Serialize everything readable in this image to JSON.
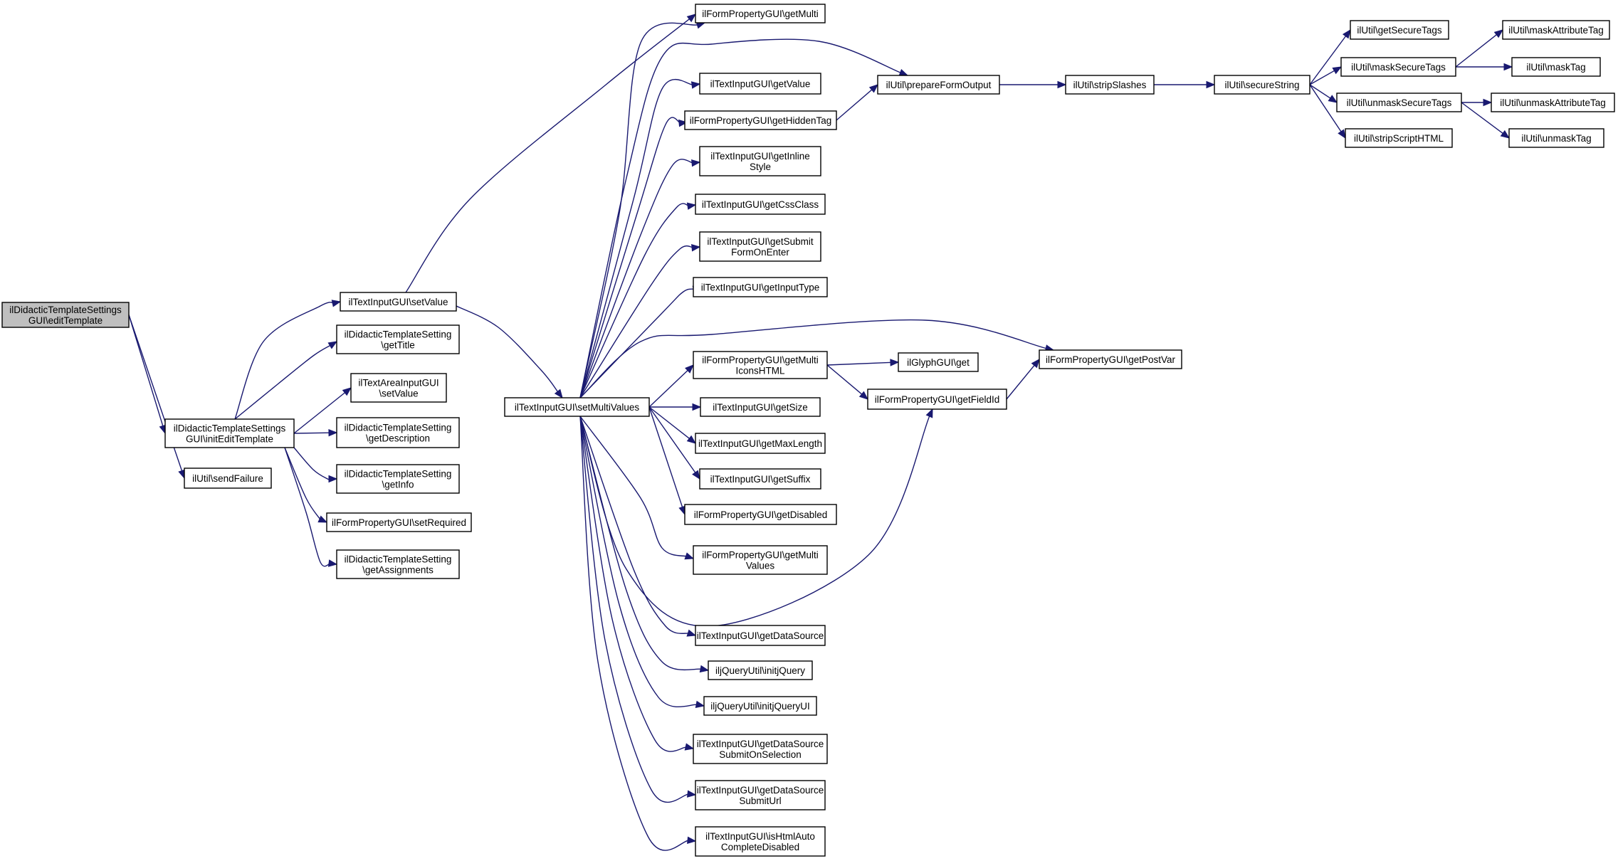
{
  "colors": {
    "edge": "#191970",
    "node_border": "#000000",
    "root_fill": "#bfbfbf",
    "node_fill": "#ffffff"
  },
  "nodes": [
    {
      "id": "root",
      "lines": [
        "ilDidacticTemplateSettings",
        "GUI\\editTemplate"
      ],
      "root": true
    },
    {
      "id": "initEdit",
      "lines": [
        "ilDidacticTemplateSettings",
        "GUI\\initEditTemplate"
      ]
    },
    {
      "id": "sendFailure",
      "lines": [
        "ilUtil\\sendFailure"
      ]
    },
    {
      "id": "setValue",
      "lines": [
        "ilTextInputGUI\\setValue"
      ]
    },
    {
      "id": "getTitle",
      "lines": [
        "ilDidacticTemplateSetting",
        "\\getTitle"
      ]
    },
    {
      "id": "taSetValue",
      "lines": [
        "ilTextAreaInputGUI",
        "\\setValue"
      ]
    },
    {
      "id": "getDescription",
      "lines": [
        "ilDidacticTemplateSetting",
        "\\getDescription"
      ]
    },
    {
      "id": "getInfo",
      "lines": [
        "ilDidacticTemplateSetting",
        "\\getInfo"
      ]
    },
    {
      "id": "setRequired",
      "lines": [
        "ilFormPropertyGUI\\setRequired"
      ]
    },
    {
      "id": "getAssignments",
      "lines": [
        "ilDidacticTemplateSetting",
        "\\getAssignments"
      ]
    },
    {
      "id": "setMultiValues",
      "lines": [
        "ilTextInputGUI\\setMultiValues"
      ]
    },
    {
      "id": "getMulti",
      "lines": [
        "ilFormPropertyGUI\\getMulti"
      ]
    },
    {
      "id": "getValue",
      "lines": [
        "ilTextInputGUI\\getValue"
      ]
    },
    {
      "id": "getHiddenTag",
      "lines": [
        "ilFormPropertyGUI\\getHiddenTag"
      ]
    },
    {
      "id": "getInlineStyle",
      "lines": [
        "ilTextInputGUI\\getInline",
        "Style"
      ]
    },
    {
      "id": "getCssClass",
      "lines": [
        "ilTextInputGUI\\getCssClass"
      ]
    },
    {
      "id": "getSubmitFormOnEnter",
      "lines": [
        "ilTextInputGUI\\getSubmit",
        "FormOnEnter"
      ]
    },
    {
      "id": "getInputType",
      "lines": [
        "ilTextInputGUI\\getInputType"
      ]
    },
    {
      "id": "getMultiIconsHTML",
      "lines": [
        "ilFormPropertyGUI\\getMulti",
        "IconsHTML"
      ]
    },
    {
      "id": "getSize",
      "lines": [
        "ilTextInputGUI\\getSize"
      ]
    },
    {
      "id": "getMaxLength",
      "lines": [
        "ilTextInputGUI\\getMaxLength"
      ]
    },
    {
      "id": "getSuffix",
      "lines": [
        "ilTextInputGUI\\getSuffix"
      ]
    },
    {
      "id": "getDisabled",
      "lines": [
        "ilFormPropertyGUI\\getDisabled"
      ]
    },
    {
      "id": "getMultiValues",
      "lines": [
        "ilFormPropertyGUI\\getMulti",
        "Values"
      ]
    },
    {
      "id": "getDataSource",
      "lines": [
        "ilTextInputGUI\\getDataSource"
      ]
    },
    {
      "id": "initjQuery",
      "lines": [
        "iljQueryUtil\\initjQuery"
      ]
    },
    {
      "id": "initjQueryUI",
      "lines": [
        "iljQueryUtil\\initjQueryUI"
      ]
    },
    {
      "id": "getDataSourceSubmitOnSelection",
      "lines": [
        "ilTextInputGUI\\getDataSource",
        "SubmitOnSelection"
      ]
    },
    {
      "id": "getDataSourceSubmitUrl",
      "lines": [
        "ilTextInputGUI\\getDataSource",
        "SubmitUrl"
      ]
    },
    {
      "id": "isHtmlAutoCompleteDisabled",
      "lines": [
        "ilTextInputGUI\\isHtmlAuto",
        "CompleteDisabled"
      ]
    },
    {
      "id": "prepareFormOutput",
      "lines": [
        "ilUtil\\prepareFormOutput"
      ]
    },
    {
      "id": "stripSlashes",
      "lines": [
        "ilUtil\\stripSlashes"
      ]
    },
    {
      "id": "secureString",
      "lines": [
        "ilUtil\\secureString"
      ]
    },
    {
      "id": "getSecureTags",
      "lines": [
        "ilUtil\\getSecureTags"
      ]
    },
    {
      "id": "maskSecureTags",
      "lines": [
        "ilUtil\\maskSecureTags"
      ]
    },
    {
      "id": "unmaskSecureTags",
      "lines": [
        "ilUtil\\unmaskSecureTags"
      ]
    },
    {
      "id": "stripScriptHTML",
      "lines": [
        "ilUtil\\stripScriptHTML"
      ]
    },
    {
      "id": "maskAttributeTag",
      "lines": [
        "ilUtil\\maskAttributeTag"
      ]
    },
    {
      "id": "maskTag",
      "lines": [
        "ilUtil\\maskTag"
      ]
    },
    {
      "id": "unmaskAttributeTag",
      "lines": [
        "ilUtil\\unmaskAttributeTag"
      ]
    },
    {
      "id": "unmaskTag",
      "lines": [
        "ilUtil\\unmaskTag"
      ]
    },
    {
      "id": "glyphGet",
      "lines": [
        "ilGlyphGUI\\get"
      ]
    },
    {
      "id": "getFieldId",
      "lines": [
        "ilFormPropertyGUI\\getFieldId"
      ]
    },
    {
      "id": "getPostVar",
      "lines": [
        "ilFormPropertyGUI\\getPostVar"
      ]
    }
  ],
  "edges": [
    {
      "from": "root",
      "to": "initEdit"
    },
    {
      "from": "root",
      "to": "sendFailure"
    },
    {
      "from": "initEdit",
      "to": "setValue"
    },
    {
      "from": "initEdit",
      "to": "getTitle"
    },
    {
      "from": "initEdit",
      "to": "taSetValue"
    },
    {
      "from": "initEdit",
      "to": "getDescription"
    },
    {
      "from": "initEdit",
      "to": "getInfo"
    },
    {
      "from": "initEdit",
      "to": "setRequired"
    },
    {
      "from": "initEdit",
      "to": "getAssignments"
    },
    {
      "from": "setValue",
      "to": "getMulti"
    },
    {
      "from": "setValue",
      "to": "setMultiValues"
    },
    {
      "from": "setMultiValues",
      "to": "getMulti"
    },
    {
      "from": "setMultiValues",
      "to": "prepareFormOutput"
    },
    {
      "from": "setMultiValues",
      "to": "getValue"
    },
    {
      "from": "setMultiValues",
      "to": "getHiddenTag"
    },
    {
      "from": "setMultiValues",
      "to": "getInlineStyle"
    },
    {
      "from": "setMultiValues",
      "to": "getCssClass"
    },
    {
      "from": "setMultiValues",
      "to": "getSubmitFormOnEnter"
    },
    {
      "from": "setMultiValues",
      "to": "getInputType"
    },
    {
      "from": "setMultiValues",
      "to": "getPostVar"
    },
    {
      "from": "setMultiValues",
      "to": "getMultiIconsHTML"
    },
    {
      "from": "setMultiValues",
      "to": "getSize"
    },
    {
      "from": "setMultiValues",
      "to": "getMaxLength"
    },
    {
      "from": "setMultiValues",
      "to": "getSuffix"
    },
    {
      "from": "setMultiValues",
      "to": "getDisabled"
    },
    {
      "from": "setMultiValues",
      "to": "getMultiValues"
    },
    {
      "from": "setMultiValues",
      "to": "getFieldId"
    },
    {
      "from": "setMultiValues",
      "to": "getDataSource"
    },
    {
      "from": "setMultiValues",
      "to": "initjQuery"
    },
    {
      "from": "setMultiValues",
      "to": "initjQueryUI"
    },
    {
      "from": "setMultiValues",
      "to": "getDataSourceSubmitOnSelection"
    },
    {
      "from": "setMultiValues",
      "to": "getDataSourceSubmitUrl"
    },
    {
      "from": "setMultiValues",
      "to": "isHtmlAutoCompleteDisabled"
    },
    {
      "from": "getHiddenTag",
      "to": "prepareFormOutput"
    },
    {
      "from": "prepareFormOutput",
      "to": "stripSlashes"
    },
    {
      "from": "stripSlashes",
      "to": "secureString"
    },
    {
      "from": "secureString",
      "to": "getSecureTags"
    },
    {
      "from": "secureString",
      "to": "maskSecureTags"
    },
    {
      "from": "secureString",
      "to": "unmaskSecureTags"
    },
    {
      "from": "secureString",
      "to": "stripScriptHTML"
    },
    {
      "from": "maskSecureTags",
      "to": "maskAttributeTag"
    },
    {
      "from": "maskSecureTags",
      "to": "maskTag"
    },
    {
      "from": "unmaskSecureTags",
      "to": "unmaskAttributeTag"
    },
    {
      "from": "unmaskSecureTags",
      "to": "unmaskTag"
    },
    {
      "from": "getMultiIconsHTML",
      "to": "glyphGet"
    },
    {
      "from": "getMultiIconsHTML",
      "to": "getFieldId"
    },
    {
      "from": "getFieldId",
      "to": "getPostVar"
    }
  ]
}
